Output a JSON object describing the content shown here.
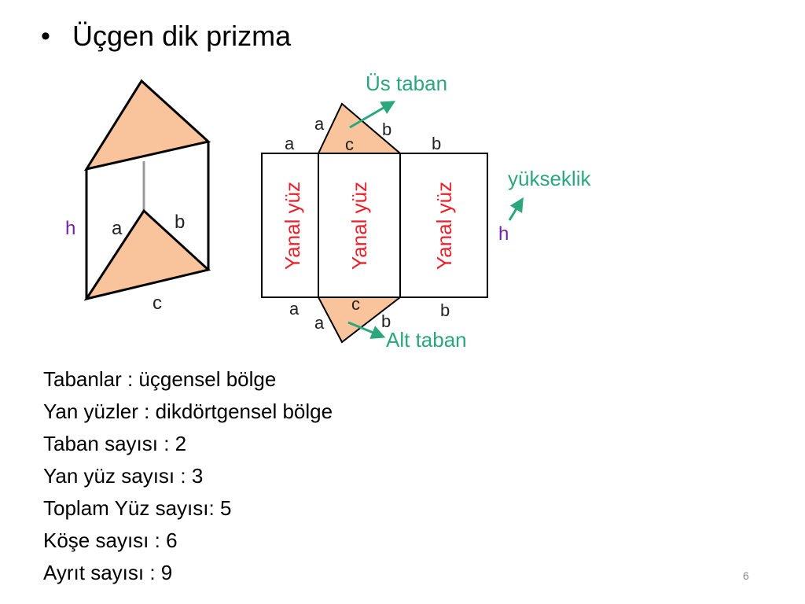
{
  "title": "Üçgen dik prizma",
  "bullet": "•",
  "prism": {
    "h": "h",
    "a": "a",
    "b": "b",
    "c": "c"
  },
  "net": {
    "top_base": "Üs taban",
    "bottom_base": "Alt taban",
    "height_word": "yükseklik",
    "h": "h",
    "lateral_face": "Yanal yüz",
    "a": "a",
    "b": "b",
    "c": "c"
  },
  "colors": {
    "base_fill": "#f9c49b",
    "label_green": "#2aa77c",
    "label_red": "#e8212a",
    "label_purple": "#7a1fa2"
  },
  "properties": [
    "Tabanlar : üçgensel bölge",
    "Yan yüzler : dikdörtgensel bölge",
    "Taban sayısı : 2",
    "Yan yüz sayısı : 3",
    "Toplam Yüz sayısı: 5",
    "Köşe sayısı : 6",
    "Ayrıt sayısı : 9"
  ],
  "page_number": "6"
}
